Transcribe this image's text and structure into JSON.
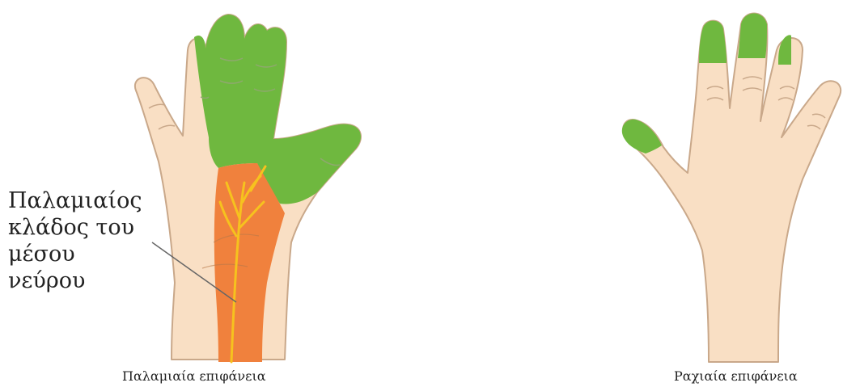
{
  "callout": {
    "lines": [
      "Παλαμιαίος",
      "κλάδος του",
      "μέσου",
      "νεύρου"
    ]
  },
  "captions": {
    "palmar": "Παλαμιαία επιφάνεια",
    "dorsal": "Ραχιαία επιφάνεια"
  },
  "colors": {
    "skin": "#f9dfc4",
    "outline": "#c9a88a",
    "median_nerve_area": "#6fb83f",
    "palmar_branch_area": "#f0813d",
    "nerve_line": "#f6c21e",
    "leader_line": "#666666"
  }
}
